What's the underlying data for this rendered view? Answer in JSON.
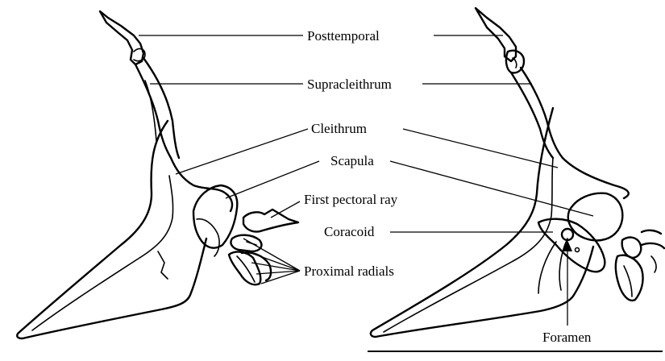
{
  "labels": {
    "posttemporal": "Posttemporal",
    "supracleithrum": "Supracleithrum",
    "cleithrum": "Cleithrum",
    "scapula": "Scapula",
    "first_pectoral_ray": "First pectoral ray",
    "coracoid": "Coracoid",
    "proximal_radials": "Proximal radials",
    "foramen": "Foramen"
  },
  "colors": {
    "line": "#000000",
    "background": "#ffffff"
  }
}
